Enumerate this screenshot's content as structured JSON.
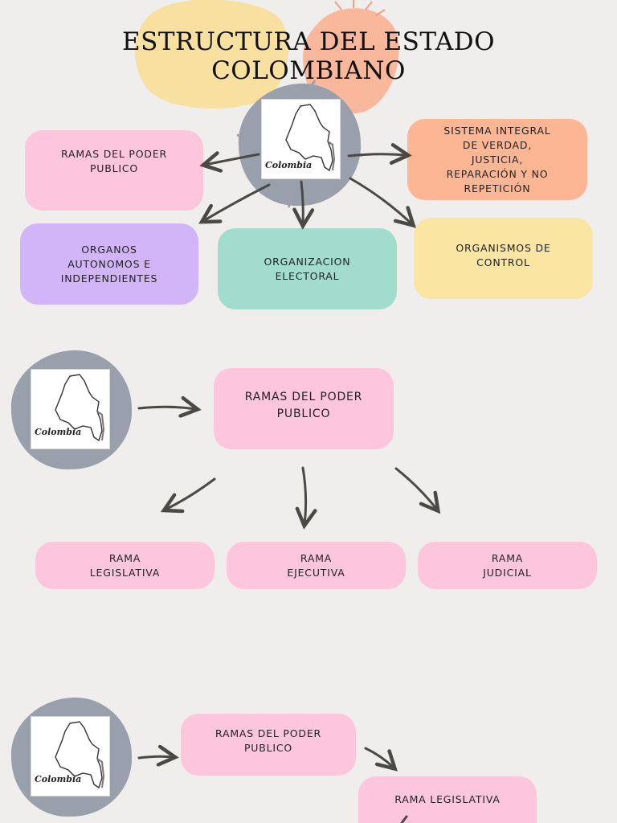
{
  "title": {
    "line1": "ESTRUCTURA DEL ESTADO",
    "line2": "COLOMBIANO"
  },
  "map_label": "Colombia",
  "section1": {
    "ramas": "RAMAS DEL PODER\nPUBLICO",
    "sistema": "SISTEMA INTEGRAL\nDE VERDAD,\nJUSTICIA,\nREPARACIÓN Y NO\nREPETICIÓN",
    "organos": "ORGANOS\nAUTONOMOS E\nINDEPENDIENTES",
    "electoral": "ORGANIZACION\nELECTORAL",
    "control": "ORGANISMOS DE\nCONTROL"
  },
  "section2": {
    "ramas": "RAMAS DEL PODER\nPUBLICO",
    "legislativa": "RAMA\nLEGISLATIVA",
    "ejecutiva": "RAMA\nEJECUTIVA",
    "judicial": "RAMA\nJUDICIAL"
  },
  "section3": {
    "ramas": "RAMAS DEL PODER\nPUBLICO",
    "legislativa": "RAMA LEGISLATIVA"
  },
  "colors": {
    "pink": "#fdc6dd",
    "orange": "#fdb694",
    "purple": "#d2b5f9",
    "teal": "#a1dccd",
    "yellow": "#fbe5a3",
    "badge": "#9aa0ab",
    "arrow": "#4a4a44"
  }
}
